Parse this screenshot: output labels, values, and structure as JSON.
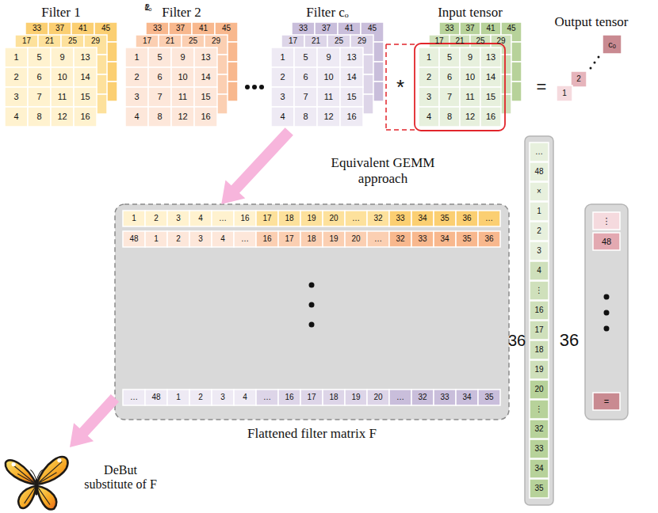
{
  "diagram": {
    "nodes": [
      {
        "text": [
          "Filter 1"
        ]
      },
      {
        "text": [
          "Filter 2"
        ]
      },
      {
        "text": [
          "Filter cₒ"
        ]
      },
      {
        "text": [
          "Input tensor"
        ]
      },
      {
        "text": [
          "Output tensor"
        ]
      },
      {
        "text": [
          "Flattened filter matrix F"
        ]
      },
      {
        "text": [
          "DeBut substitute of F"
        ]
      }
    ],
    "edges": [
      {
        "from": 2,
        "to": 5,
        "label": "Equivalent GEMM approach",
        "arrow": "to"
      },
      {
        "from": 5,
        "to": 6,
        "arrow": "to"
      }
    ],
    "labels": [
      "33",
      "37",
      "41",
      "45",
      "17",
      "21",
      "25",
      "29",
      "1",
      "5",
      "9",
      "13",
      "2",
      "6",
      "10",
      "14",
      "3",
      "7",
      "11",
      "15",
      "4",
      "8",
      "12",
      "16",
      "33",
      "37",
      "41",
      "45",
      "17",
      "21",
      "25",
      "29",
      "1",
      "5",
      "9",
      "13",
      "2",
      "6",
      "10",
      "14",
      "3",
      "7",
      "11",
      "15",
      "4",
      "8",
      "12",
      "16",
      "33",
      "37",
      "41",
      "45",
      "17",
      "21",
      "25",
      "29",
      "1",
      "5",
      "9",
      "13",
      "2",
      "6",
      "10",
      "14",
      "3",
      "7",
      "11",
      "15",
      "4",
      "8",
      "12",
      "16",
      "33",
      "37",
      "41",
      "45",
      "17",
      "21",
      "25",
      "29",
      "1",
      "5",
      "9",
      "13",
      "2",
      "6",
      "10",
      "14",
      "3",
      "7",
      "11",
      "15",
      "4",
      "8",
      "12",
      "16",
      "*",
      "=",
      "1",
      "2",
      "cₒ",
      "1",
      "2",
      "3",
      "4",
      "…",
      "16",
      "17",
      "18",
      "19",
      "20",
      "…",
      "32",
      "33",
      "34",
      "35",
      "36",
      "…",
      "48",
      "1",
      "2",
      "3",
      "4",
      "…",
      "16",
      "17",
      "18",
      "19",
      "20",
      "…",
      "32",
      "33",
      "34",
      "35",
      "36",
      "…",
      "48",
      "1",
      "2",
      "3",
      "4",
      "…",
      "16",
      "17",
      "18",
      "19",
      "20",
      "…",
      "32",
      "33",
      "34",
      "35",
      "36",
      "…",
      "48",
      "×",
      "1",
      "2",
      "3",
      "4",
      "⋮",
      "16",
      "17",
      "18",
      "19",
      "20",
      "⋮",
      "32",
      "33",
      "34",
      "35",
      "36",
      "⋮",
      "48",
      "=",
      "1",
      "2",
      "cₒ"
    ]
  }
}
